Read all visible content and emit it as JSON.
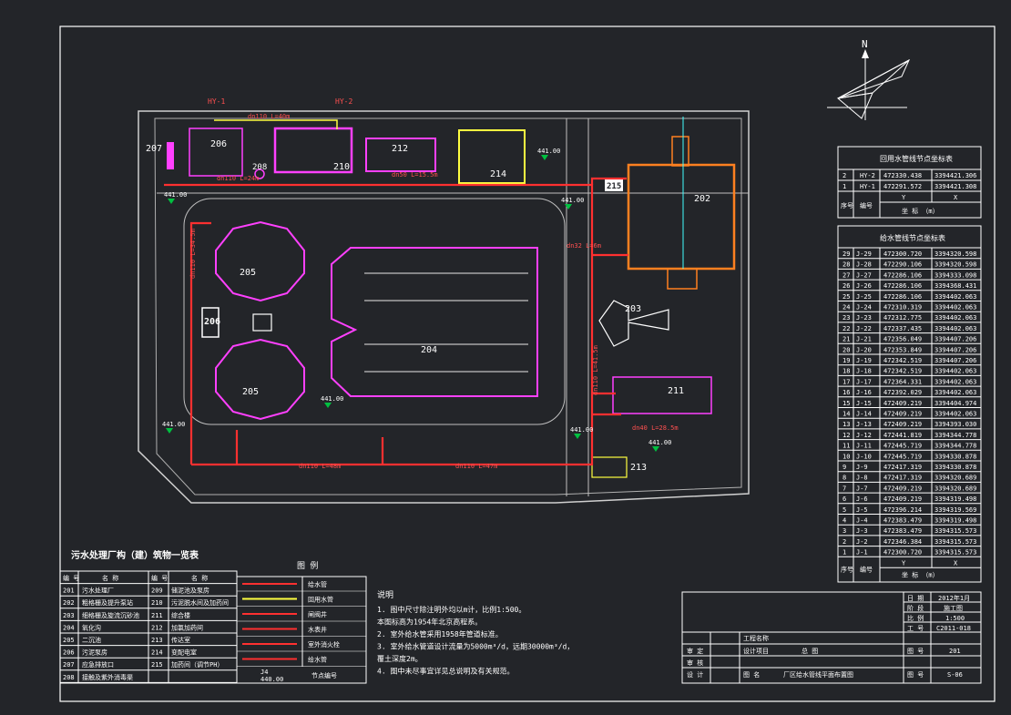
{
  "north_label": "N",
  "unit_labels": {
    "building_206": "206",
    "building_207": "207",
    "building_208": "208",
    "building_210": "210",
    "building_212": "212",
    "building_214": "214",
    "building_215": "215",
    "building_202": "202",
    "building_205a": "205",
    "building_205b": "205",
    "building_206b": "206",
    "building_204": "204",
    "building_203": "203",
    "building_211": "211",
    "building_213": "213"
  },
  "pipe_labels": {
    "hy1": "HY-1",
    "hy2": "HY-2",
    "top_dn": "dn110 L=40m",
    "dn110_24": "dn110 L=24m",
    "dn50": "dn50 L=15.5m",
    "dn110_45": "dn110 L=34.5m",
    "dn110_48": "dn110 L=48m",
    "dn110_47": "dn110 L=47m",
    "dn40": "dn40 L=28.5m",
    "dn110_41": "dn110 L=41.5m",
    "dn32": "dn32 L=6m",
    "elev_a": "441.00",
    "elev_b": "441.00",
    "elev_c": "441.00",
    "elev_d": "441.00",
    "elev_e": "441.00",
    "elev_f": "441.00",
    "elev_g": "441.00"
  },
  "hy_table": {
    "title": "回用水管线节点坐标表",
    "rows": [
      {
        "no": "2",
        "id": "HY-2",
        "y": "472330.438",
        "x": "3394421.306"
      },
      {
        "no": "1",
        "id": "HY-1",
        "y": "472291.572",
        "x": "3394421.308"
      }
    ],
    "hdr_no": "序号",
    "hdr_id": "编号",
    "hdr_y": "Y",
    "hdr_x": "X",
    "hdr_unit": "坐 标 （m）"
  },
  "j_table": {
    "title": "给水管线节点坐标表",
    "rows": [
      {
        "no": "29",
        "id": "J-29",
        "y": "472300.720",
        "x": "3394320.598"
      },
      {
        "no": "28",
        "id": "J-28",
        "y": "472290.106",
        "x": "3394320.598"
      },
      {
        "no": "27",
        "id": "J-27",
        "y": "472286.106",
        "x": "3394333.098"
      },
      {
        "no": "26",
        "id": "J-26",
        "y": "472286.106",
        "x": "3394368.431"
      },
      {
        "no": "25",
        "id": "J-25",
        "y": "472286.106",
        "x": "3394402.063"
      },
      {
        "no": "24",
        "id": "J-24",
        "y": "472310.319",
        "x": "3394402.063"
      },
      {
        "no": "23",
        "id": "J-23",
        "y": "472312.775",
        "x": "3394402.063"
      },
      {
        "no": "22",
        "id": "J-22",
        "y": "472337.435",
        "x": "3394402.063"
      },
      {
        "no": "21",
        "id": "J-21",
        "y": "472356.049",
        "x": "3394407.206"
      },
      {
        "no": "20",
        "id": "J-20",
        "y": "472353.849",
        "x": "3394407.206"
      },
      {
        "no": "19",
        "id": "J-19",
        "y": "472342.519",
        "x": "3394407.206"
      },
      {
        "no": "18",
        "id": "J-18",
        "y": "472342.519",
        "x": "3394402.063"
      },
      {
        "no": "17",
        "id": "J-17",
        "y": "472364.331",
        "x": "3394402.063"
      },
      {
        "no": "16",
        "id": "J-16",
        "y": "472392.029",
        "x": "3394402.063"
      },
      {
        "no": "15",
        "id": "J-15",
        "y": "472409.219",
        "x": "3394404.974"
      },
      {
        "no": "14",
        "id": "J-14",
        "y": "472409.219",
        "x": "3394402.063"
      },
      {
        "no": "13",
        "id": "J-13",
        "y": "472409.219",
        "x": "3394393.030"
      },
      {
        "no": "12",
        "id": "J-12",
        "y": "472441.819",
        "x": "3394344.778"
      },
      {
        "no": "11",
        "id": "J-11",
        "y": "472445.719",
        "x": "3394344.778"
      },
      {
        "no": "10",
        "id": "J-10",
        "y": "472445.719",
        "x": "3394330.878"
      },
      {
        "no": "9",
        "id": "J-9",
        "y": "472417.319",
        "x": "3394330.878"
      },
      {
        "no": "8",
        "id": "J-8",
        "y": "472417.319",
        "x": "3394320.689"
      },
      {
        "no": "7",
        "id": "J-7",
        "y": "472409.219",
        "x": "3394320.689"
      },
      {
        "no": "6",
        "id": "J-6",
        "y": "472409.219",
        "x": "3394319.498"
      },
      {
        "no": "5",
        "id": "J-5",
        "y": "472396.214",
        "x": "3394319.569"
      },
      {
        "no": "4",
        "id": "J-4",
        "y": "472383.479",
        "x": "3394319.498"
      },
      {
        "no": "3",
        "id": "J-3",
        "y": "472383.479",
        "x": "3394315.573"
      },
      {
        "no": "2",
        "id": "J-2",
        "y": "472346.384",
        "x": "3394315.573"
      },
      {
        "no": "1",
        "id": "J-1",
        "y": "472300.720",
        "x": "3394315.573"
      }
    ],
    "hdr_no": "序号",
    "hdr_id": "编号",
    "hdr_y": "Y",
    "hdr_x": "X",
    "hdr_unit": "坐 标 （m）"
  },
  "structure_table": {
    "title": "污水处理厂构（建）筑物一览表",
    "hdr_no": "编 号",
    "hdr_name": "名 称",
    "left": [
      {
        "no": "201",
        "name": "污水处理厂"
      },
      {
        "no": "202",
        "name": "粗格栅及提升泵站"
      },
      {
        "no": "203",
        "name": "细格栅及旋流沉砂池"
      },
      {
        "no": "204",
        "name": "氧化沟"
      },
      {
        "no": "205",
        "name": "二沉池"
      },
      {
        "no": "206",
        "name": "污泥泵房"
      },
      {
        "no": "207",
        "name": "应急排放口"
      },
      {
        "no": "208",
        "name": "接触及紫外消毒渠"
      }
    ],
    "right": [
      {
        "no": "209",
        "name": "储泥池及泵房"
      },
      {
        "no": "210",
        "name": "污泥脱水间及加药间"
      },
      {
        "no": "211",
        "name": "综合楼"
      },
      {
        "no": "212",
        "name": "加氯加药间"
      },
      {
        "no": "213",
        "name": "传达室"
      },
      {
        "no": "214",
        "name": "变配电室"
      },
      {
        "no": "215",
        "name": "加药间（调节PH）"
      }
    ]
  },
  "legend": {
    "title": "图 例",
    "items": [
      "给水管",
      "回用水管",
      "闸阀井",
      "水表井",
      "室外消火栓",
      "给水管"
    ],
    "node_top": "J4",
    "node_bottom": "440.00",
    "node_text": "节点编号"
  },
  "notes": {
    "title": "说明",
    "items": [
      "1. 图中尺寸除注明外均以m计，比例1:500。",
      "   本图标高为1954年北京高程系。",
      "2. 室外给水管采用1958年管道标准。",
      "3. 室外给水管道设计流量为5000m³/d，远期30000m³/d，",
      "   覆土深度2m。",
      "4. 图中未尽事宜详见总说明及有关规范。"
    ]
  },
  "title_block": {
    "date_label": "日 期",
    "date_value": "2012年1月",
    "phase_label": "阶 段",
    "phase_value": "施工图",
    "scale_label": "比 例",
    "scale_value": "1:500",
    "proj_no_label": "工 号",
    "proj_no_value": "C2011-018",
    "sheet_no_label": "图 号",
    "sheet_no_value": "201",
    "sheet_label": "图 号",
    "sheet_value": "S-06",
    "project_label": "工程名称",
    "design_label": "设计项目",
    "design_value": "总 图",
    "drawing_label": "图 名",
    "drawing_value": "厂区给水管线平面布置图",
    "sign1": "审 定",
    "sign2": "审 核",
    "sign3": "设 计"
  }
}
